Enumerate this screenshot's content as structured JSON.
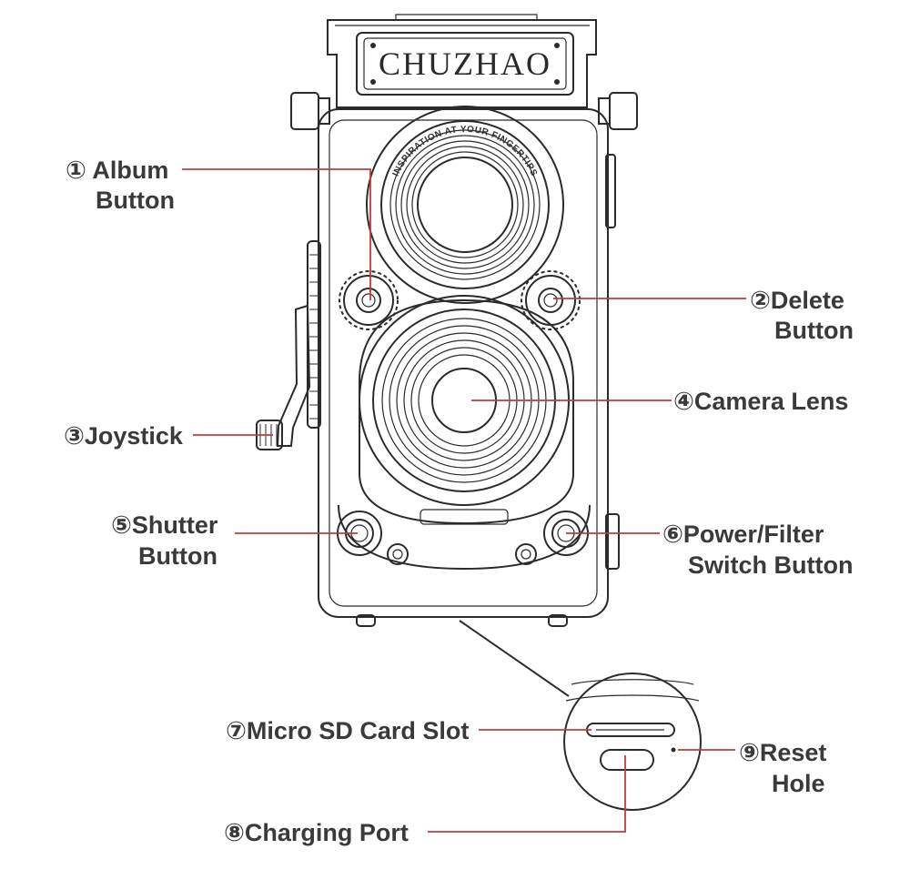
{
  "brand": "CHUZHAO",
  "slogan": "INSPIRATION AT YOUR FINGERTIPS",
  "colors": {
    "ink": "#2b2b2b",
    "leader": "#c23b3b",
    "label": "#3a3a3a"
  },
  "labels": {
    "album": {
      "line1": "① Album",
      "line2": "Button"
    },
    "delete": {
      "line1": "②Delete",
      "line2": "Button"
    },
    "joystick": {
      "line1": "③Joystick"
    },
    "lens": {
      "line1": "④Camera Lens"
    },
    "shutter": {
      "line1": "⑤Shutter",
      "line2": "Button"
    },
    "power": {
      "line1": "⑥Power/Filter",
      "line2": "Switch Button"
    },
    "sd": {
      "line1": "⑦Micro SD Card Slot"
    },
    "charging": {
      "line1": "⑧Charging Port"
    },
    "reset": {
      "line1": "⑨Reset",
      "line2": "Hole"
    }
  }
}
